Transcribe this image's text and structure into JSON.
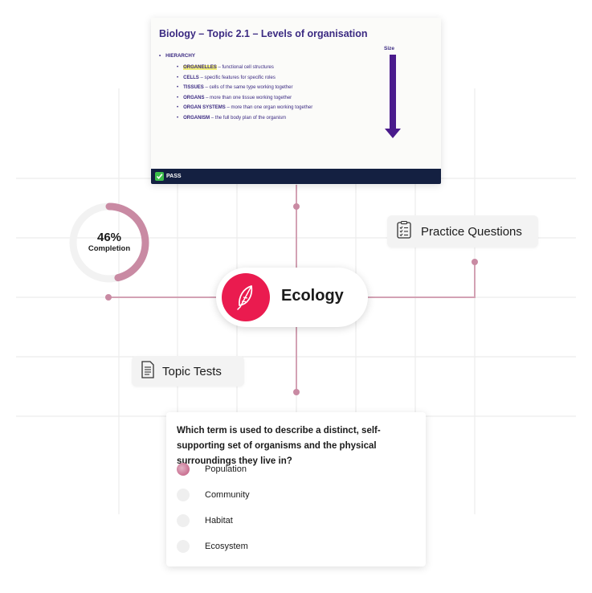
{
  "slide": {
    "title": "Biology – Topic 2.1 – Levels of organisation",
    "heading": "HIERARCHY",
    "items": [
      {
        "term": "ORGANELLES",
        "desc": " – functional cell structures"
      },
      {
        "term": "CELLS",
        "desc": " – specific features for specific roles"
      },
      {
        "term": "TISSUES",
        "desc": " – cells of the same type working together"
      },
      {
        "term": "ORGANS",
        "desc": " – more than one tissue working together"
      },
      {
        "term": "ORGAN SYSTEMS",
        "desc": " – more than one organ working together"
      },
      {
        "term": "ORGANISM",
        "desc": " – the full body plan of the organism"
      }
    ],
    "size_label": "Size",
    "footer_brand": "PASS",
    "arrow_color": "#4a1b8c",
    "title_color": "#3b2a82"
  },
  "progress": {
    "value_text": "46%",
    "label": "Completion",
    "fraction": 0.46,
    "ring_color": "#c98aa3"
  },
  "practice": {
    "label": "Practice Questions",
    "icon": "checklist-icon"
  },
  "topic_tests": {
    "label": "Topic Tests",
    "icon": "document-icon"
  },
  "center": {
    "label": "Ecology",
    "icon": "feather-icon",
    "accent": "#ea1b4f"
  },
  "quiz": {
    "question": "Which term is used to describe a distinct, self-supporting set of organisms and the physical surroundings they live in?",
    "options": [
      {
        "label": "Population",
        "selected": true
      },
      {
        "label": "Community",
        "selected": false
      },
      {
        "label": "Habitat",
        "selected": false
      },
      {
        "label": "Ecosystem",
        "selected": false
      }
    ]
  },
  "connector_color": "#d3a2b4"
}
